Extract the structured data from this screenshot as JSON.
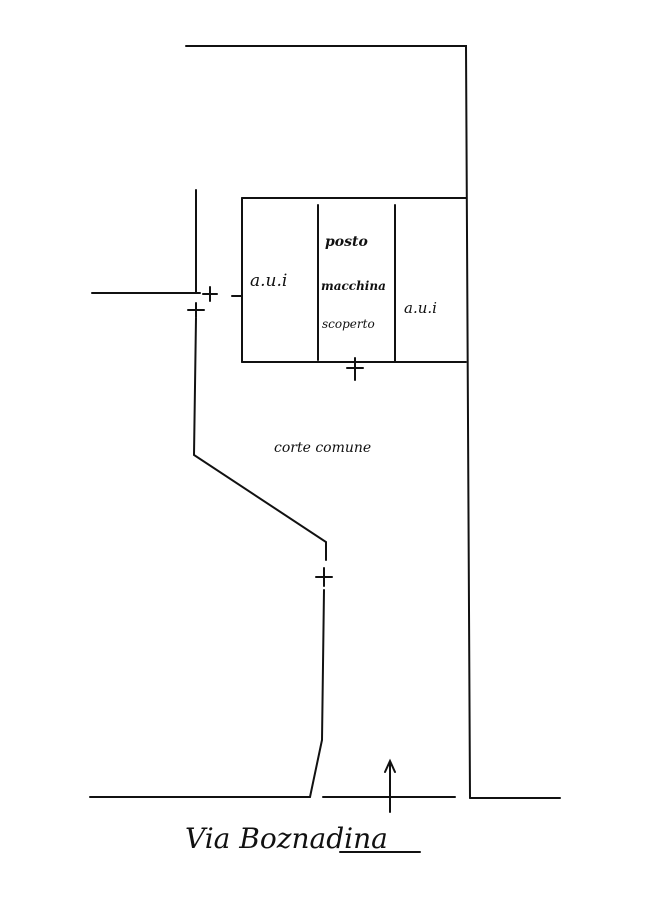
{
  "plan": {
    "labels": {
      "unit_left": "a.u.i",
      "parking_line1": "posto",
      "parking_line2": "macchina",
      "parking_line3": "scoperto",
      "unit_right": "a.u.i",
      "courtyard": "corte comune",
      "street": "Via Boznadina"
    },
    "icons": {
      "entrance_arrow": "arrow-up-icon",
      "marker": "cross-marker-icon"
    },
    "colors": {
      "ink": "#111111",
      "paper": "#ffffff"
    }
  }
}
